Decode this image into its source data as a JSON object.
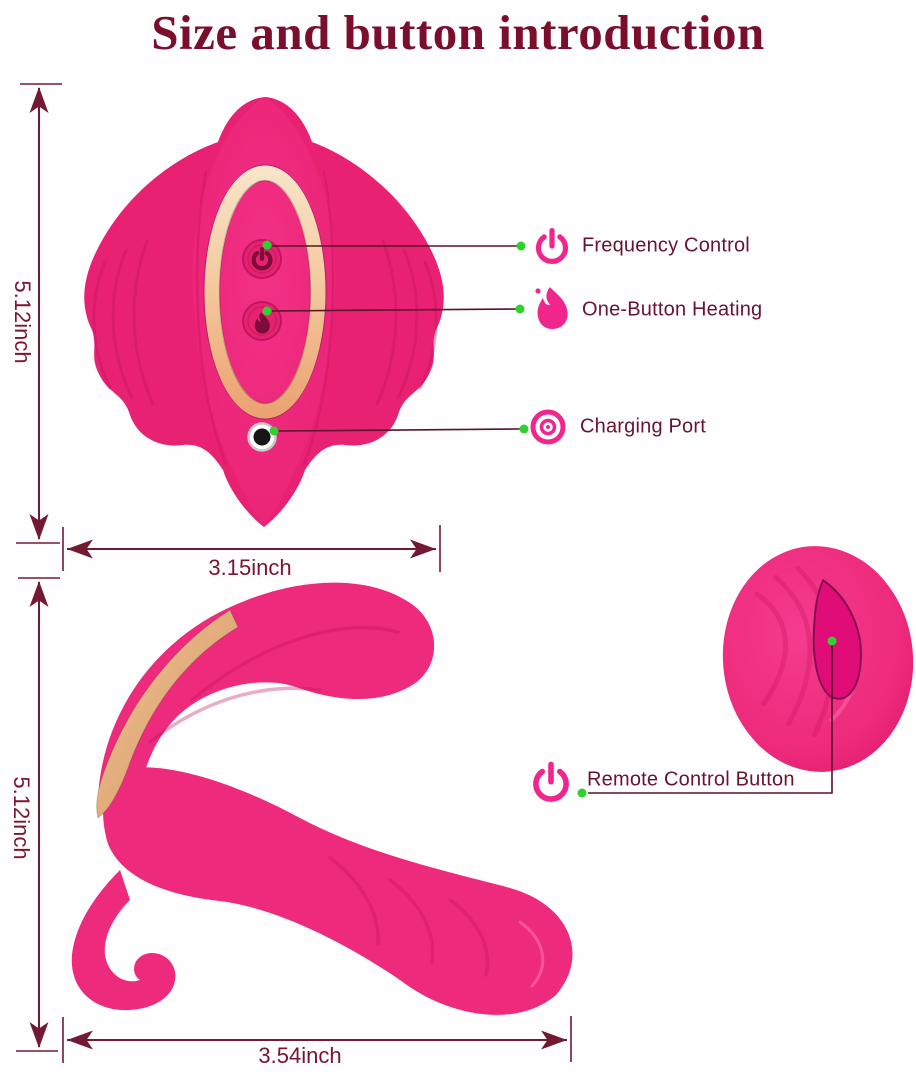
{
  "title": "Size and button introduction",
  "colors": {
    "title_text": "#7B0E2D",
    "dimension_lines": "#731A32",
    "label_text": "#69142D",
    "icon_pink": "#F1268C",
    "callout_dot_green": "#2FD12F",
    "product_pink": "#EE2A7C",
    "gold_ring": "#EFC094"
  },
  "top_view": {
    "height_label": "5.12inch",
    "width_label": "3.15inch",
    "callouts": [
      {
        "icon": "power-icon",
        "label": "Frequency Control"
      },
      {
        "icon": "flame-icon",
        "label": "One-Button Heating"
      },
      {
        "icon": "charging-port-icon",
        "label": "Charging Port"
      }
    ]
  },
  "side_view": {
    "height_label": "5.12inch",
    "width_label": "3.54inch"
  },
  "remote": {
    "callout": {
      "icon": "power-icon",
      "label": "Remote Control Button"
    }
  }
}
